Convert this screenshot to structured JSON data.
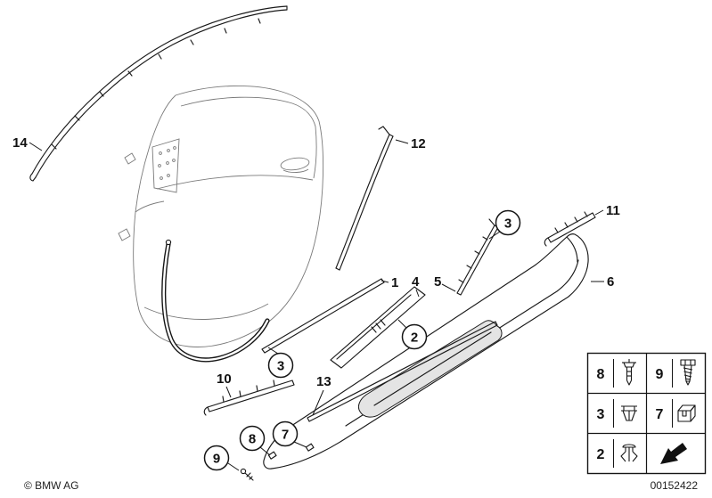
{
  "diagram": {
    "colors": {
      "ink": "#1a1a1a",
      "background": "#ffffff",
      "pad_shade": "#e4e4e4"
    },
    "callouts": {
      "p14": "14",
      "p12": "12",
      "p11": "11",
      "p6": "6",
      "p1": "1",
      "p4": "4",
      "p5": "5",
      "p10": "10",
      "p13": "13",
      "c3_upper": "3",
      "c3_lower": "3",
      "c2": "2",
      "c7": "7",
      "c8": "8",
      "c9": "9"
    },
    "legend": {
      "rows": [
        {
          "cells": [
            {
              "num": "8",
              "icon": "blind-rivet"
            },
            {
              "num": "9",
              "icon": "screw"
            }
          ]
        },
        {
          "cells": [
            {
              "num": "3",
              "icon": "expanding-clip"
            },
            {
              "num": "7",
              "icon": "clamp"
            }
          ]
        },
        {
          "cells": [
            {
              "num": "2",
              "icon": "expanding-rivet"
            },
            {
              "num": "",
              "icon": "direction-arrow"
            }
          ]
        }
      ]
    },
    "footer": {
      "copyright": "© BMW AG",
      "drawing_number": "00152422"
    }
  }
}
